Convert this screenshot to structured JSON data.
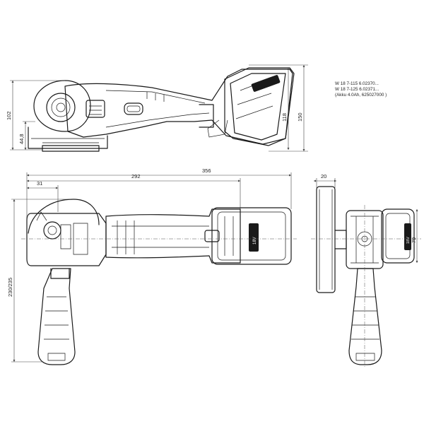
{
  "drawing": {
    "dimensions": {
      "d102": "102",
      "d44_8": "44,8",
      "d118": "118",
      "d150": "150",
      "d292": "292",
      "d356": "356",
      "d31": "31",
      "d230_235": "230/235",
      "d20": "20",
      "d79": "79"
    },
    "notes": {
      "line1": "W 18 7-115  6.02370...",
      "line2": "W 18 7-125  6.02371...",
      "line3": "(Akku 4.0Ah, 625027000 )"
    },
    "battery_label": "18V"
  }
}
